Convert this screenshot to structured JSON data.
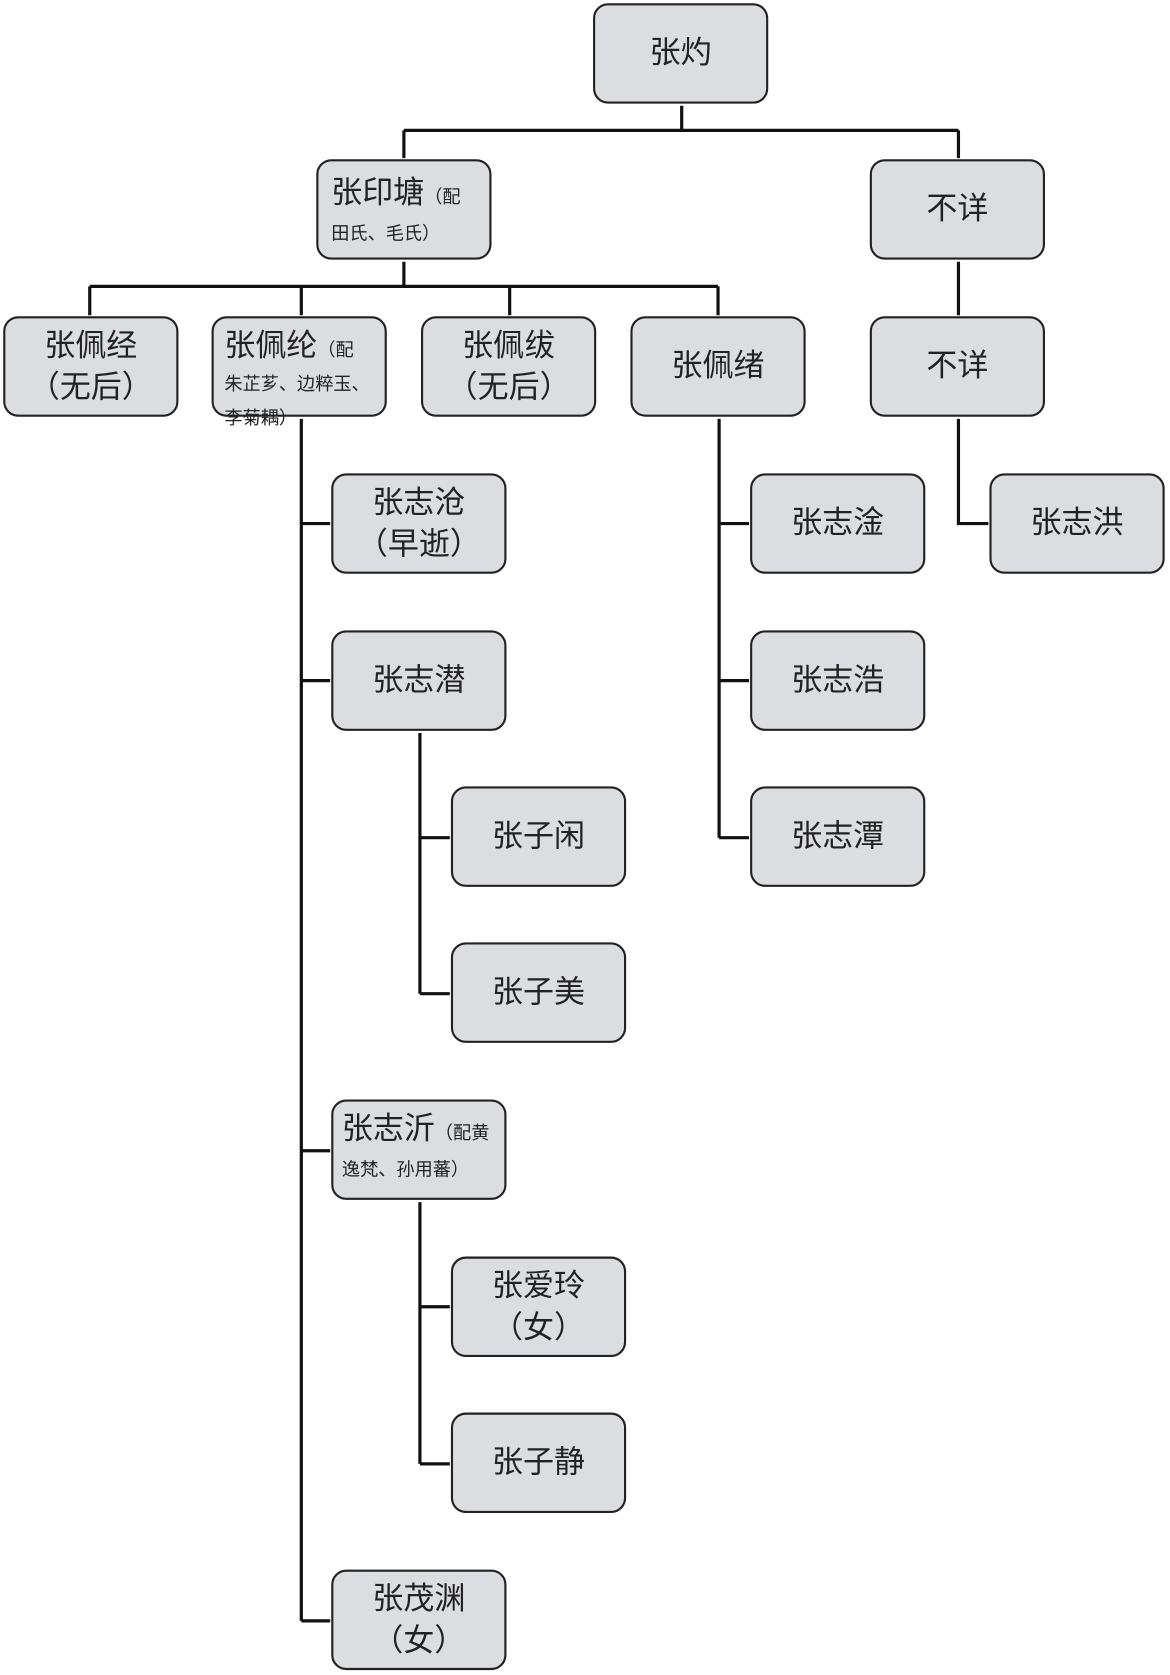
{
  "title": "张灼家族世系图",
  "nodes": {
    "zhang_zhuo": {
      "name": "张灼"
    },
    "zhang_yintang": {
      "name": "张印塘",
      "note_a": "（配",
      "note_b": "田氏、毛氏）"
    },
    "unknown_1": {
      "name": "不详"
    },
    "zhang_peijing": {
      "name": "张佩经",
      "note": "（无后）"
    },
    "zhang_peilun": {
      "name": "张佩纶",
      "note_a": "（配",
      "note_b": "朱芷芗、边粹玉、李菊耦）"
    },
    "zhang_peifu": {
      "name": "张佩绂",
      "note": "（无后）"
    },
    "zhang_peixu": {
      "name": "张佩绪"
    },
    "unknown_2": {
      "name": "不详"
    },
    "zhang_zhicang": {
      "name": "张志沧",
      "note": "（早逝）"
    },
    "zhang_zhiqian": {
      "name": "张志潜"
    },
    "zhang_zixian": {
      "name": "张子闲"
    },
    "zhang_zimei": {
      "name": "张子美"
    },
    "zhang_zhiyi": {
      "name": "张志沂",
      "note_a": "（配黄",
      "note_b": "逸梵、孙用蕃）"
    },
    "zhang_ailing": {
      "name": "张爱玲",
      "note": "（女）"
    },
    "zhang_zijing": {
      "name": "张子静"
    },
    "zhang_maoyuan": {
      "name": "张茂渊",
      "note": "（女）"
    },
    "zhang_zhigan": {
      "name": "张志淦"
    },
    "zhang_zhihao": {
      "name": "张志浩"
    },
    "zhang_zhitan": {
      "name": "张志潭"
    },
    "zhang_zhihong": {
      "name": "张志洪"
    }
  }
}
